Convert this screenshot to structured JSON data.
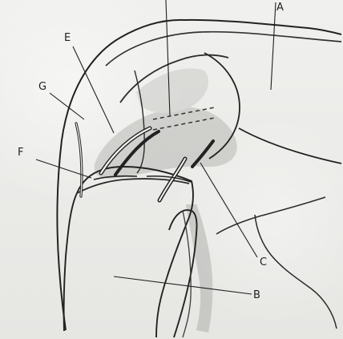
{
  "labels": {
    "a": "A",
    "b": "B",
    "c": "C",
    "e": "E",
    "f": "F",
    "g": "G"
  },
  "colors": {
    "ink": "#1f1f1f",
    "shade": "#9a9a97",
    "paper": "#ecece9"
  }
}
